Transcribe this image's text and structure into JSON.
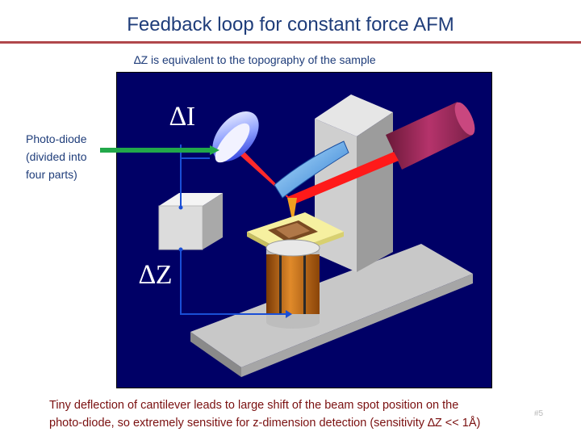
{
  "slide": {
    "title": "Feedback loop for constant force AFM",
    "subtitle": "∆Z is equivalent to the topography of the sample",
    "photodiode_label": [
      "Photo-diode",
      "(divided into",
      "four parts)"
    ],
    "caption_lines": [
      "Tiny deflection of cantilever leads to large shift of the beam spot position on the",
      "photo-diode, so  extremely sensitive for z-dimension detection (sensitivity ∆Z << 1Å)"
    ],
    "page_number": "#5"
  },
  "diagram": {
    "delta_i_label": "∆I",
    "delta_z_label": "∆Z",
    "colors": {
      "background": "#000066",
      "laser": "#ff1a1a",
      "laser_body": "#8b2450",
      "feedback_line": "#1a4fd6",
      "cantilever": "#3a8fe0",
      "piezo": "#c76a10",
      "arrow": "#22a84a"
    }
  }
}
